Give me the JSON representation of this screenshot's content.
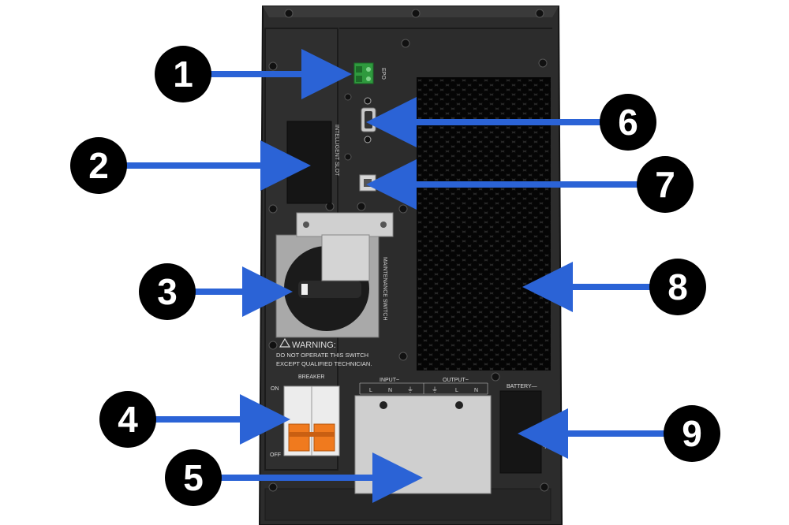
{
  "panel": {
    "epo_label": "EPO",
    "intelligent_slot_label": "INTELLIGENT SLOT",
    "maintenance_switch_label": "MAINTENANCE SWITCH",
    "warning_title": "WARNING:",
    "warning_line1": "DO NOT OPERATE THIS SWITCH",
    "warning_line2": "EXCEPT QUALIFIED TECHNICIAN.",
    "breaker_label": "BREAKER",
    "breaker_on": "ON",
    "breaker_off": "OFF",
    "input_label": "INPUT~",
    "output_label": "OUTPUT~",
    "terminal_L1": "L",
    "terminal_N1": "N",
    "terminal_L2": "L",
    "terminal_N2": "N",
    "battery_label": "BATTERY—",
    "battery_minus": "—",
    "battery_plus": "+"
  },
  "callouts": [
    "1",
    "2",
    "3",
    "4",
    "5",
    "6",
    "7",
    "8",
    "9"
  ],
  "colors": {
    "panel": "#2a2a2a",
    "panel_edge": "#1a1a1a",
    "arrow": "#2b63d6",
    "badge": "#000000",
    "badge_text": "#ffffff",
    "breaker_orange": "#f07a1e",
    "terminal_green": "#2f9a3e"
  }
}
